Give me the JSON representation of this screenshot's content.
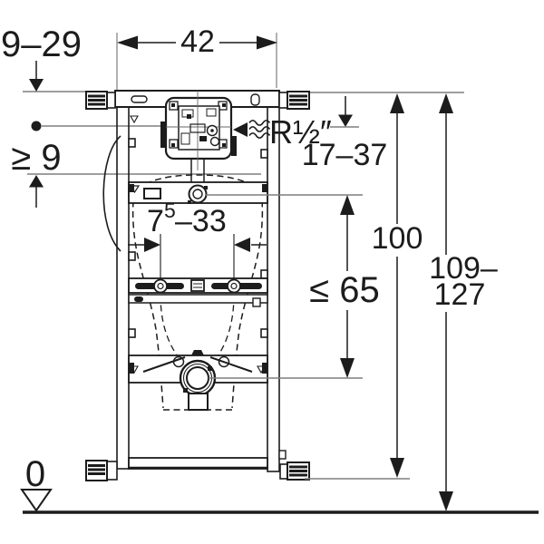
{
  "drawing": {
    "type": "installation-frame-technical-drawing",
    "labels": {
      "top_offset": "9–29",
      "frame_width": "42",
      "supply_height": "17–37",
      "min_clearance": "≥ 9",
      "fixing_width_base": "7",
      "fixing_width_sup": "5",
      "fixing_width_rest": "–33",
      "water_connection": "R½″",
      "outlet_height": "≤ 65",
      "frame_height": "100",
      "install_height_line1": "109–",
      "install_height_line2": "127",
      "datum_level": "0"
    },
    "colors": {
      "ink": "#1c1c1c",
      "reference": "#7f7f7f",
      "background": "#ffffff"
    }
  }
}
